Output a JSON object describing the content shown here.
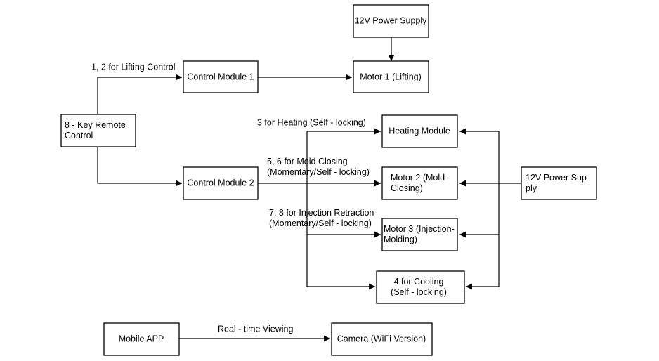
{
  "nodes": {
    "power_top": [
      "12V Power Supply"
    ],
    "motor1": [
      "Motor 1 (Lifting)"
    ],
    "control1": [
      "Control Module 1"
    ],
    "remote": [
      "8 - Key Remote",
      "Control"
    ],
    "control2": [
      "Control Module 2"
    ],
    "heating": [
      "Heating Module"
    ],
    "motor2": [
      "Motor 2 (Mold-",
      "Closing)"
    ],
    "power_right": [
      "12V Power Sup-",
      "ply"
    ],
    "motor3": [
      "Motor 3 (Injection-",
      "Molding)"
    ],
    "cooling": [
      "4 for Cooling",
      "(Self - locking)"
    ],
    "app": [
      "Mobile APP"
    ],
    "camera": [
      "Camera (WiFi Version)"
    ]
  },
  "edge_labels": {
    "lifting": [
      "1, 2 for Lifting Control"
    ],
    "heating": [
      "3 for Heating (Self - locking)"
    ],
    "mold": [
      "5, 6 for Mold Closing",
      "(Momentary/Self - locking)"
    ],
    "injection": [
      "7, 8 for Injection Retraction",
      "(Momentary/Self - locking)"
    ],
    "viewing": [
      "Real - time Viewing"
    ]
  }
}
